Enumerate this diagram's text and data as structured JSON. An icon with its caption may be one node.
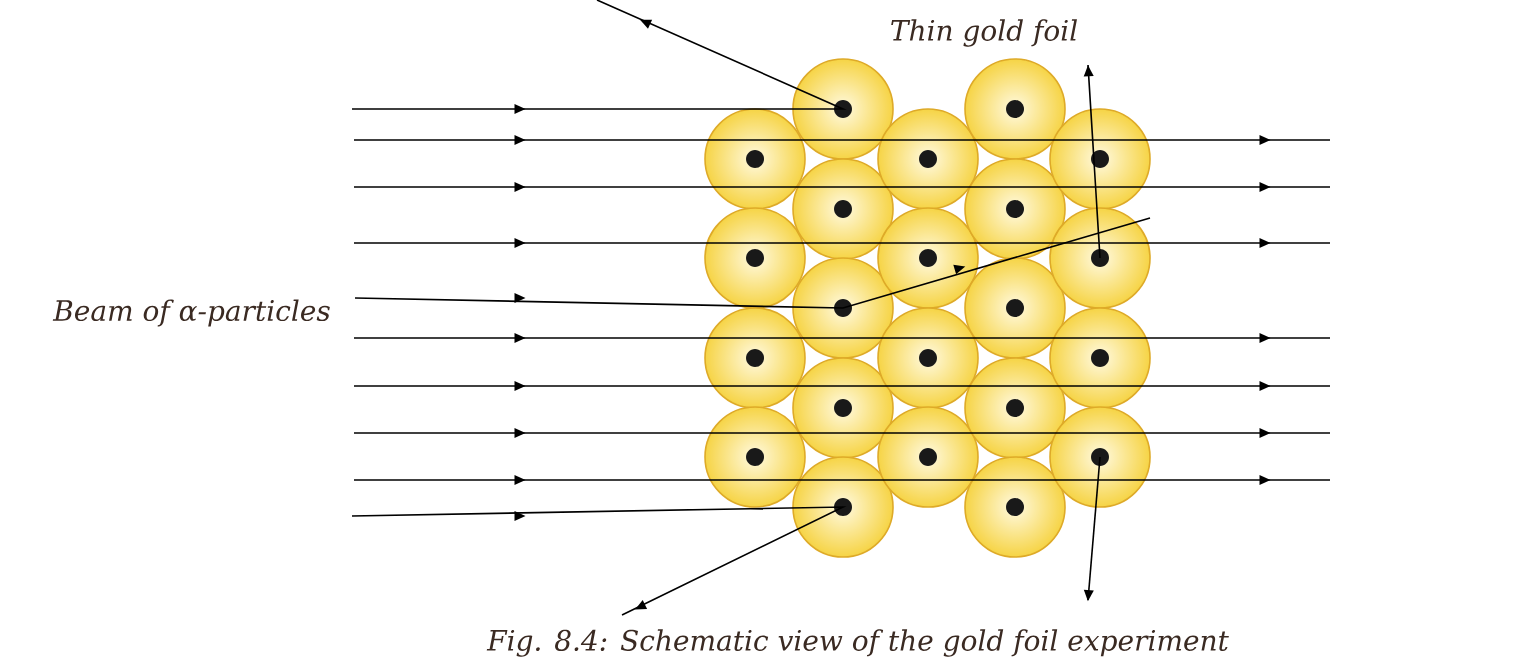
{
  "diagram": {
    "caption": "Fig. 8.4: Schematic view of the gold foil experiment",
    "labels": [
      "Thin gold foil",
      "Beam of α-particles"
    ]
  }
}
